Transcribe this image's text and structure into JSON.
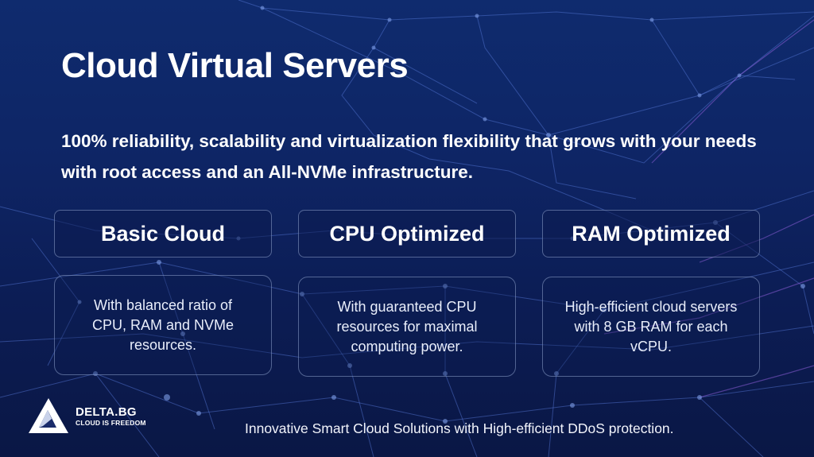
{
  "page": {
    "title": "Cloud Virtual Servers",
    "subtitle": "100% reliability, scalability and virtualization flexibility that grows with your needs with root access and an All-NVMe infrastructure."
  },
  "cards": [
    {
      "title": "Basic Cloud",
      "description": "With balanced ratio of CPU, RAM and NVMe resources."
    },
    {
      "title": "CPU Optimized",
      "description": "With guaranteed CPU resources for maximal computing power."
    },
    {
      "title": "RAM Optimized",
      "description": "High-efficient cloud servers with 8 GB RAM for each vCPU."
    }
  ],
  "brand": {
    "name": "DELTA.BG",
    "tagline": "CLOUD IS FREEDOM",
    "icon": "delta-triangle-logo-icon"
  },
  "footer": {
    "text": "Innovative Smart Cloud Solutions with High-efficient DDoS protection."
  },
  "colors": {
    "background": "#0e2565",
    "text": "#ffffff",
    "card_border": "#aabee6",
    "network_lines": "#5a7fe0",
    "network_accent": "#8a5cd6"
  }
}
